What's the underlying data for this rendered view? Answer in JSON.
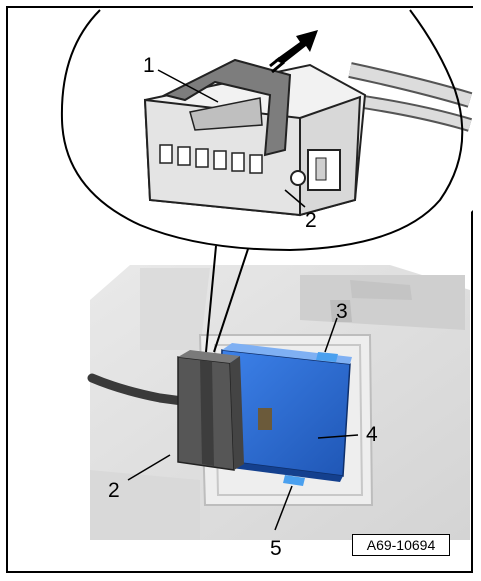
{
  "figure": {
    "reference_code": "A69-10694",
    "callouts": [
      {
        "id": "c1",
        "label": "1"
      },
      {
        "id": "c2a",
        "label": "2"
      },
      {
        "id": "c3",
        "label": "3"
      },
      {
        "id": "c4",
        "label": "4"
      },
      {
        "id": "c2b",
        "label": "2"
      },
      {
        "id": "c5",
        "label": "5"
      }
    ],
    "colors": {
      "module_blue": "#2f6fd6",
      "connector_gray": "#5a5a5a",
      "border": "#000000"
    }
  }
}
